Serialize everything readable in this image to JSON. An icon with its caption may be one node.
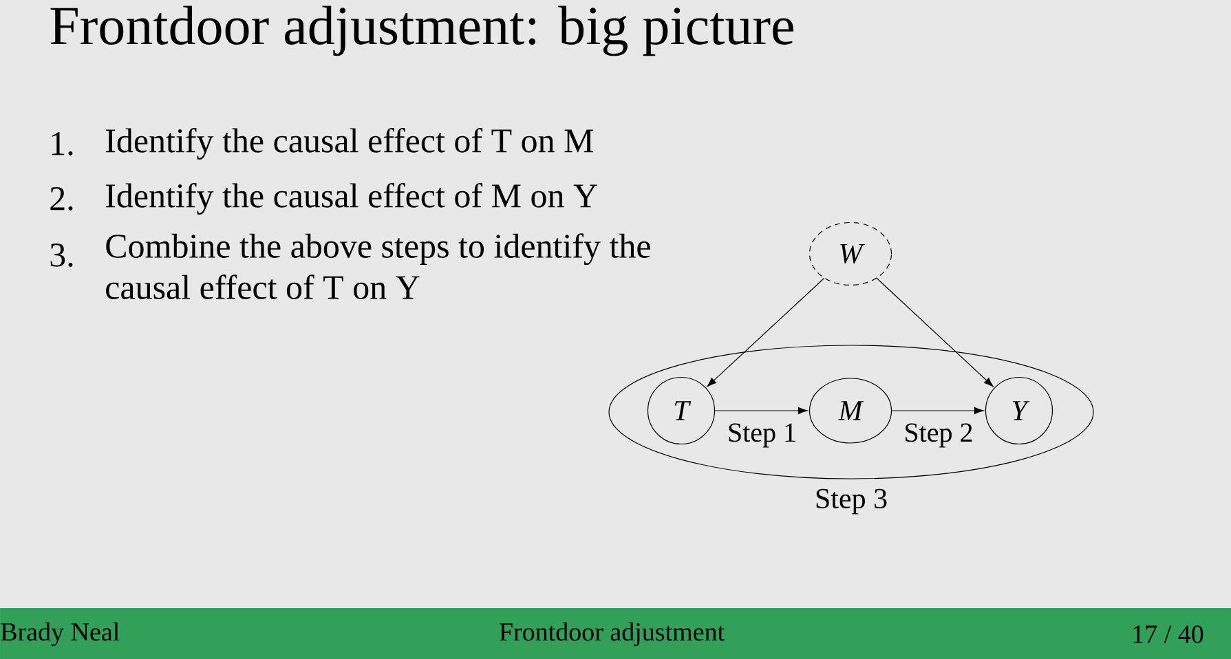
{
  "diagram": {
    "title": "Frontdoor adjustment: big picture",
    "nodes": [
      {
        "text": [
          "Step 3"
        ]
      },
      {
        "text": [
          "W"
        ]
      },
      {
        "text": [
          "T"
        ],
        "in": 0
      },
      {
        "text": [
          "M"
        ],
        "in": 0
      },
      {
        "text": [
          "Y"
        ],
        "in": 0
      }
    ],
    "edges": [
      {
        "from": 1,
        "to": 2,
        "arrow": "to"
      },
      {
        "from": 1,
        "to": 4,
        "arrow": "to"
      },
      {
        "from": 2,
        "to": 3,
        "arrow": "to",
        "label": "Step 1"
      },
      {
        "from": 3,
        "to": 4,
        "arrow": "to",
        "label": "Step 2"
      }
    ],
    "labels": [
      "1.",
      "Identify the causal effect of T on M",
      "2.",
      "Identify the causal effect of M on Y",
      "3.",
      "Combine the above steps to identify the causal effect of T on Y",
      "Brady Neal",
      "Frontdoor adjustment",
      "17 / 40"
    ]
  }
}
